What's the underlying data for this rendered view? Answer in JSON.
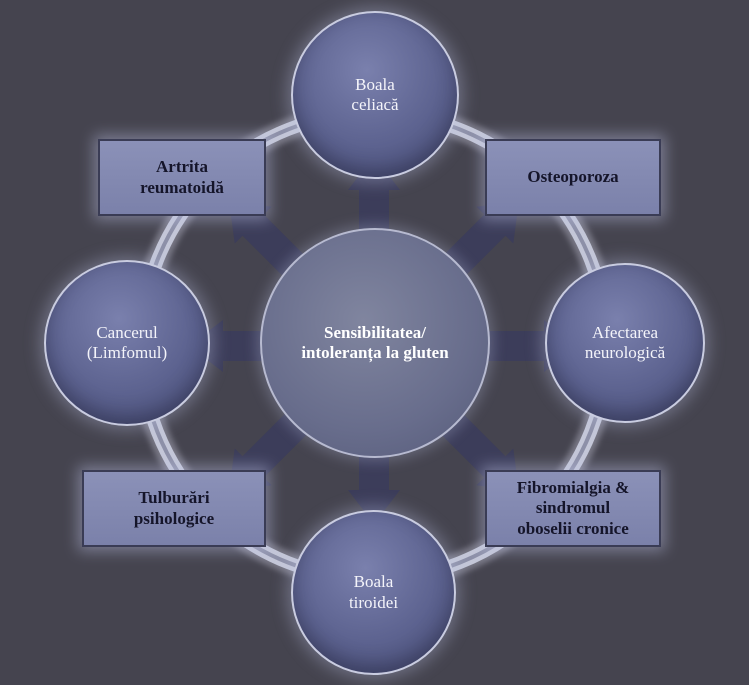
{
  "diagram": {
    "center": "Sensibilitatea/\nintoleranța la gluten",
    "outer_nodes": [
      {
        "id": "celiac",
        "shape": "circle",
        "label": "Boala\nceliacă"
      },
      {
        "id": "osteo",
        "shape": "box",
        "label": "Osteoporoza"
      },
      {
        "id": "neuro",
        "shape": "circle",
        "label": "Afectarea\nneurologică"
      },
      {
        "id": "fibro",
        "shape": "box",
        "label": "Fibromialgia  &\nsindromul\noboselii cronice"
      },
      {
        "id": "thyroid",
        "shape": "circle",
        "label": "Boala\ntiroidei"
      },
      {
        "id": "psych",
        "shape": "box",
        "label": "Tulburări\npsihologice"
      },
      {
        "id": "lymph",
        "shape": "circle",
        "label": "Cancerul\n(Limfomul)"
      },
      {
        "id": "arthritis",
        "shape": "box",
        "label": "Artrita\nreumatoidă"
      }
    ],
    "colors": {
      "background": "#45444f",
      "circle_fill": "#5c628f",
      "box_fill": "#7b81aa",
      "arrow": "#3c3d5a",
      "ring": "#c4c7d8"
    }
  }
}
